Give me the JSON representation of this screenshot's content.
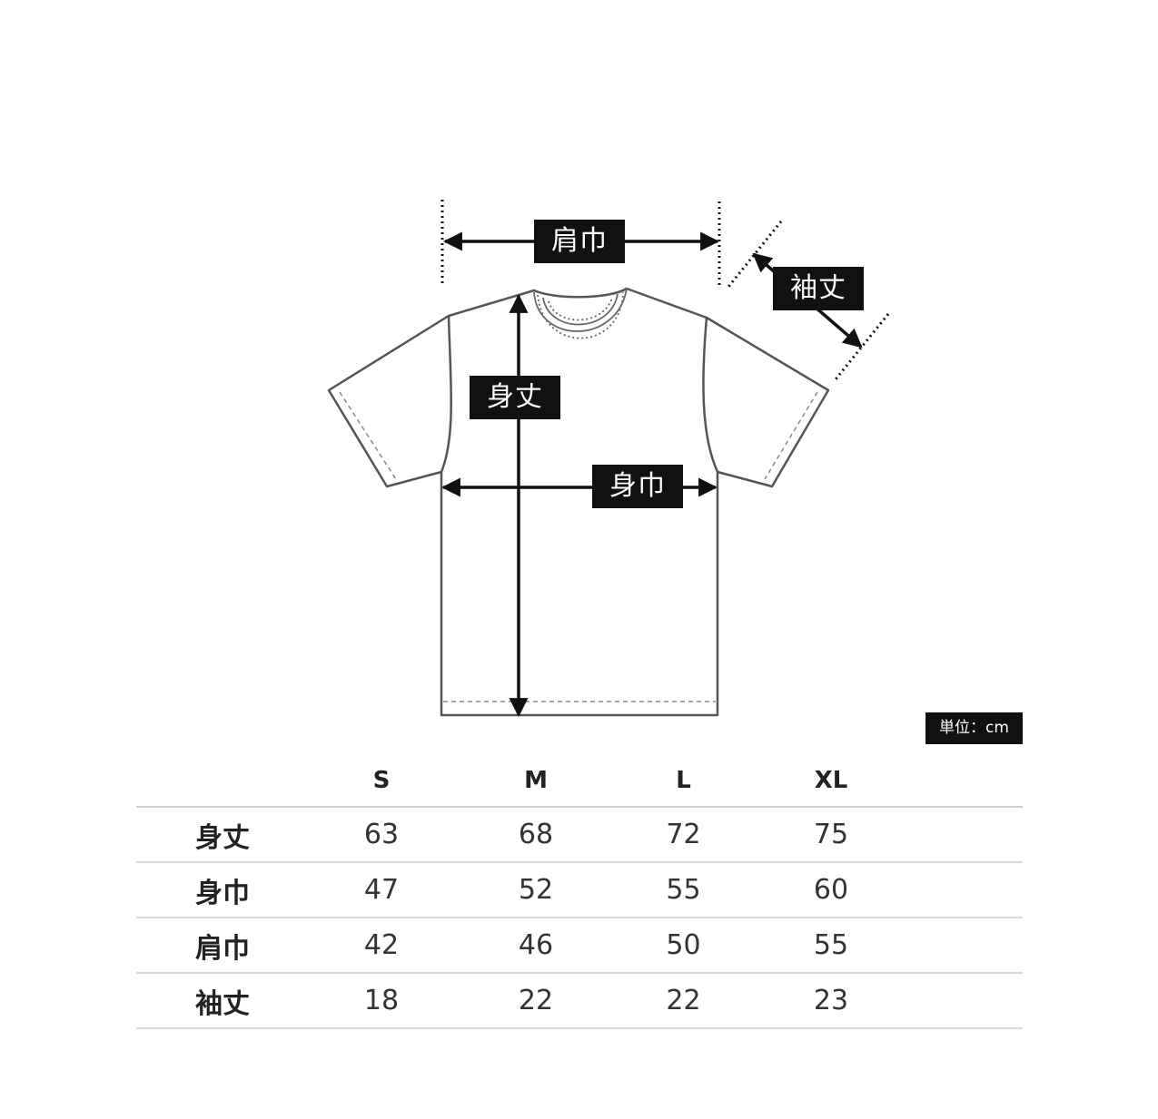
{
  "labels": {
    "katahaba": "肩巾",
    "sodetake": "袖丈",
    "mitake": "身丈",
    "mihaba": "身巾"
  },
  "unit": "単位：cm",
  "table": {
    "sizes": [
      "S",
      "M",
      "L",
      "XL"
    ],
    "rows": [
      {
        "label": "身丈",
        "values": [
          "63",
          "68",
          "72",
          "75"
        ]
      },
      {
        "label": "身巾",
        "values": [
          "47",
          "52",
          "55",
          "60"
        ]
      },
      {
        "label": "肩巾",
        "values": [
          "42",
          "46",
          "50",
          "55"
        ]
      },
      {
        "label": "袖丈",
        "values": [
          "18",
          "22",
          "22",
          "23"
        ]
      }
    ]
  }
}
